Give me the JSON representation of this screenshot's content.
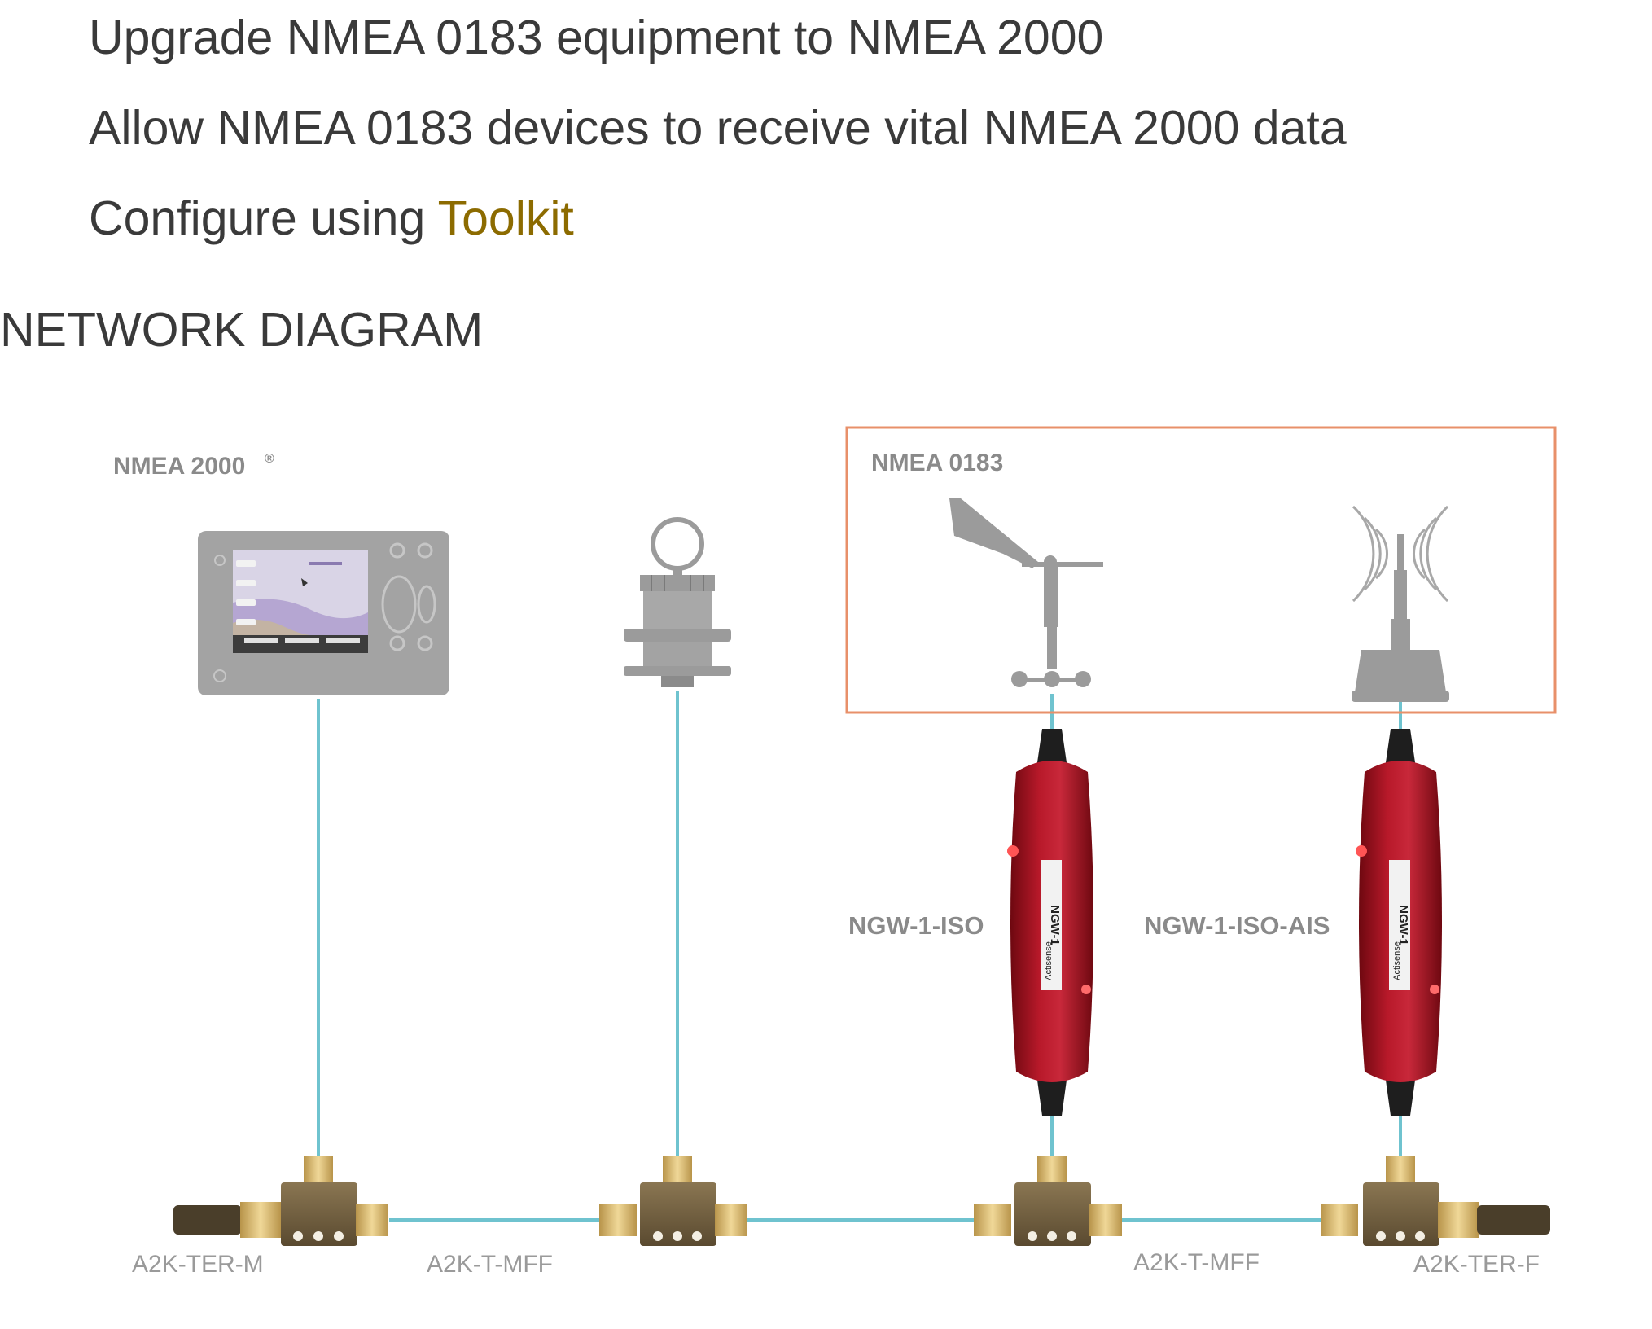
{
  "intro": {
    "line1": "Upgrade NMEA 0183 equipment to NMEA 2000",
    "line2": "Allow NMEA 0183 devices to receive vital NMEA 2000 data",
    "line3_prefix": "Configure using ",
    "line3_link": "Toolkit"
  },
  "section_heading": "NETWORK DIAGRAM",
  "diagram": {
    "group_nmea2000": "NMEA 2000",
    "group_nmea2000_mark": "®",
    "group_nmea0183": "NMEA 0183",
    "gateway1_label": "NGW-1-ISO",
    "gateway2_label": "NGW-1-ISO-AIS",
    "gateway_brand": "Actisense",
    "gateway_model": "NGW-1",
    "part_terminator_male": "A2K-TER-M",
    "part_tee_1": "A2K-T-MFF",
    "part_tee_2": "A2K-T-MFF",
    "part_terminator_female": "A2K-TER-F"
  },
  "colors": {
    "text": "#3a3a3a",
    "link": "#8c6b00",
    "cable": "#6fc3cf",
    "box_border": "#e8906a",
    "gateway_red": "#a0121e",
    "device_grey": "#9b9b9b",
    "connector_bronze": "#6e5a3a"
  },
  "icons": [
    "chartplotter-icon",
    "depth-transducer-icon",
    "wind-sensor-icon",
    "ais-antenna-icon",
    "gateway-icon",
    "tee-connector-icon",
    "terminator-icon"
  ]
}
